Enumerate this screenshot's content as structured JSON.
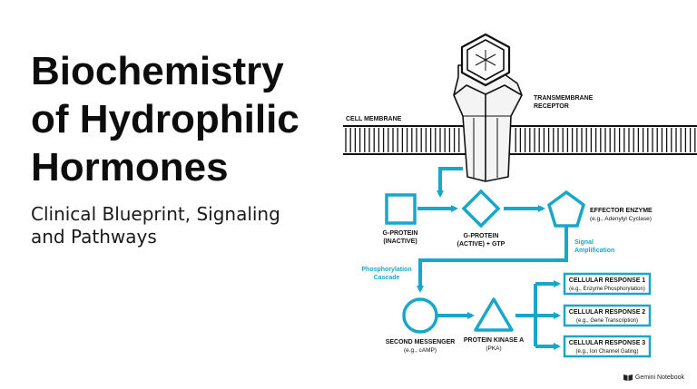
{
  "title": {
    "line1": "Biochemistry",
    "line2": "of Hydrophilic",
    "line3": "Hormones"
  },
  "subtitle": {
    "line1": "Clinical Blueprint, Signaling",
    "line2": "and Pathways"
  },
  "diagram": {
    "cell_membrane": "CELL MEMBRANE",
    "receptor": {
      "line1": "TRANSMEMBRANE",
      "line2": "RECEPTOR"
    },
    "g_inactive": {
      "line1": "G-PROTEIN",
      "line2": "(INACTIVE)"
    },
    "g_active": {
      "line1": "G-PROTEIN",
      "line2": "(ACTIVE) + GTP"
    },
    "effector": {
      "title": "EFFECTOR ENZYME",
      "sub": "(e.g., Adenylyl Cyclase)"
    },
    "signal_amp": {
      "line1": "Signal",
      "line2": "Amplification"
    },
    "phospho": {
      "line1": "Phosphorylation",
      "line2": "Cascade"
    },
    "second_messenger": {
      "title": "SECOND MESSENGER",
      "sub": "(e.g., cAMP)"
    },
    "pka": {
      "title": "PROTEIN KINASE A",
      "sub": "(PKA)"
    },
    "responses": [
      {
        "title": "CELLULAR RESPONSE 1",
        "sub": "(e.g., Enzyme Phosphorylation)"
      },
      {
        "title": "CELLULAR RESPONSE 2",
        "sub": "(e.g., Gene Transcription)"
      },
      {
        "title": "CELLULAR RESPONSE 3",
        "sub": "(e.g., Ion Channel Gating)"
      }
    ]
  },
  "colors": {
    "accent": "#18a7c9",
    "ink": "#111111"
  },
  "branding": {
    "label": "Gemini Notebook",
    "icon": "notebook-icon"
  }
}
